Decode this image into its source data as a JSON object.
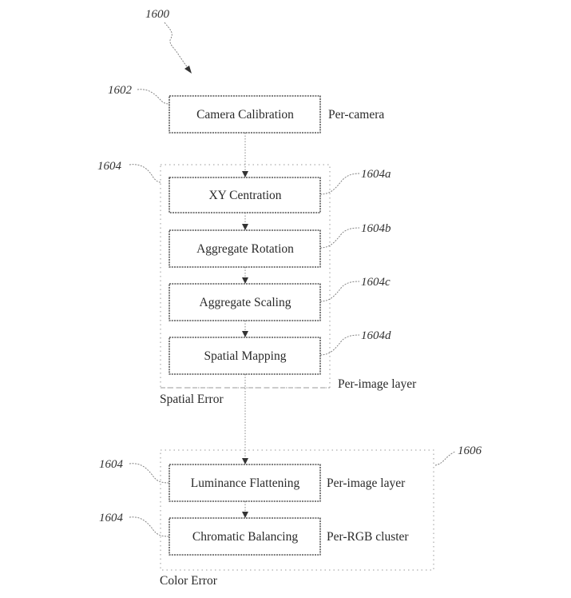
{
  "figure": {
    "ref": "1600"
  },
  "steps": [
    {
      "id": "camera-calibration",
      "label": "Camera Calibration",
      "ref": "1602",
      "scope": "Per-camera"
    },
    {
      "id": "xy-centration",
      "label": "XY Centration",
      "ref": "1604a"
    },
    {
      "id": "aggregate-rotation",
      "label": "Aggregate Rotation",
      "ref": "1604b"
    },
    {
      "id": "aggregate-scaling",
      "label": "Aggregate Scaling",
      "ref": "1604c"
    },
    {
      "id": "spatial-mapping",
      "label": "Spatial Mapping",
      "ref": "1604d"
    },
    {
      "id": "luminance-flattening",
      "label": "Luminance Flattening",
      "ref": "1604",
      "scope": "Per-image layer"
    },
    {
      "id": "chromatic-balancing",
      "label": "Chromatic Balancing",
      "ref": "1604",
      "scope": "Per-RGB cluster"
    }
  ],
  "groups": {
    "spatial": {
      "label": "Spatial Error",
      "ref": "1604",
      "scope": "Per-image layer"
    },
    "color": {
      "label": "Color Error",
      "ref": "1606"
    }
  }
}
